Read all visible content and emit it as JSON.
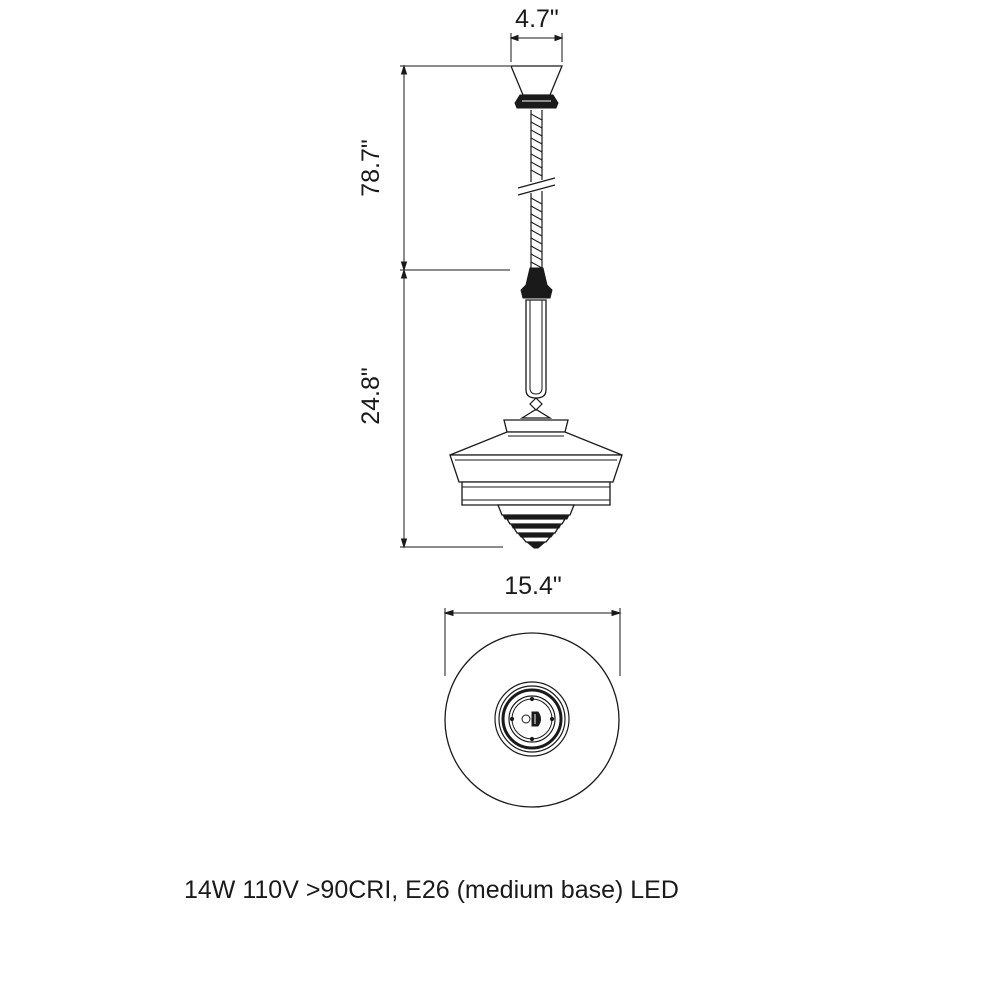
{
  "dimensions": {
    "canopy_width": "4.7\"",
    "cord_length": "78.7\"",
    "fixture_height": "24.8\"",
    "shade_diameter": "15.4\""
  },
  "specs": {
    "lamp_info": "14W 110V >90CRI, E26 (medium base) LED"
  }
}
